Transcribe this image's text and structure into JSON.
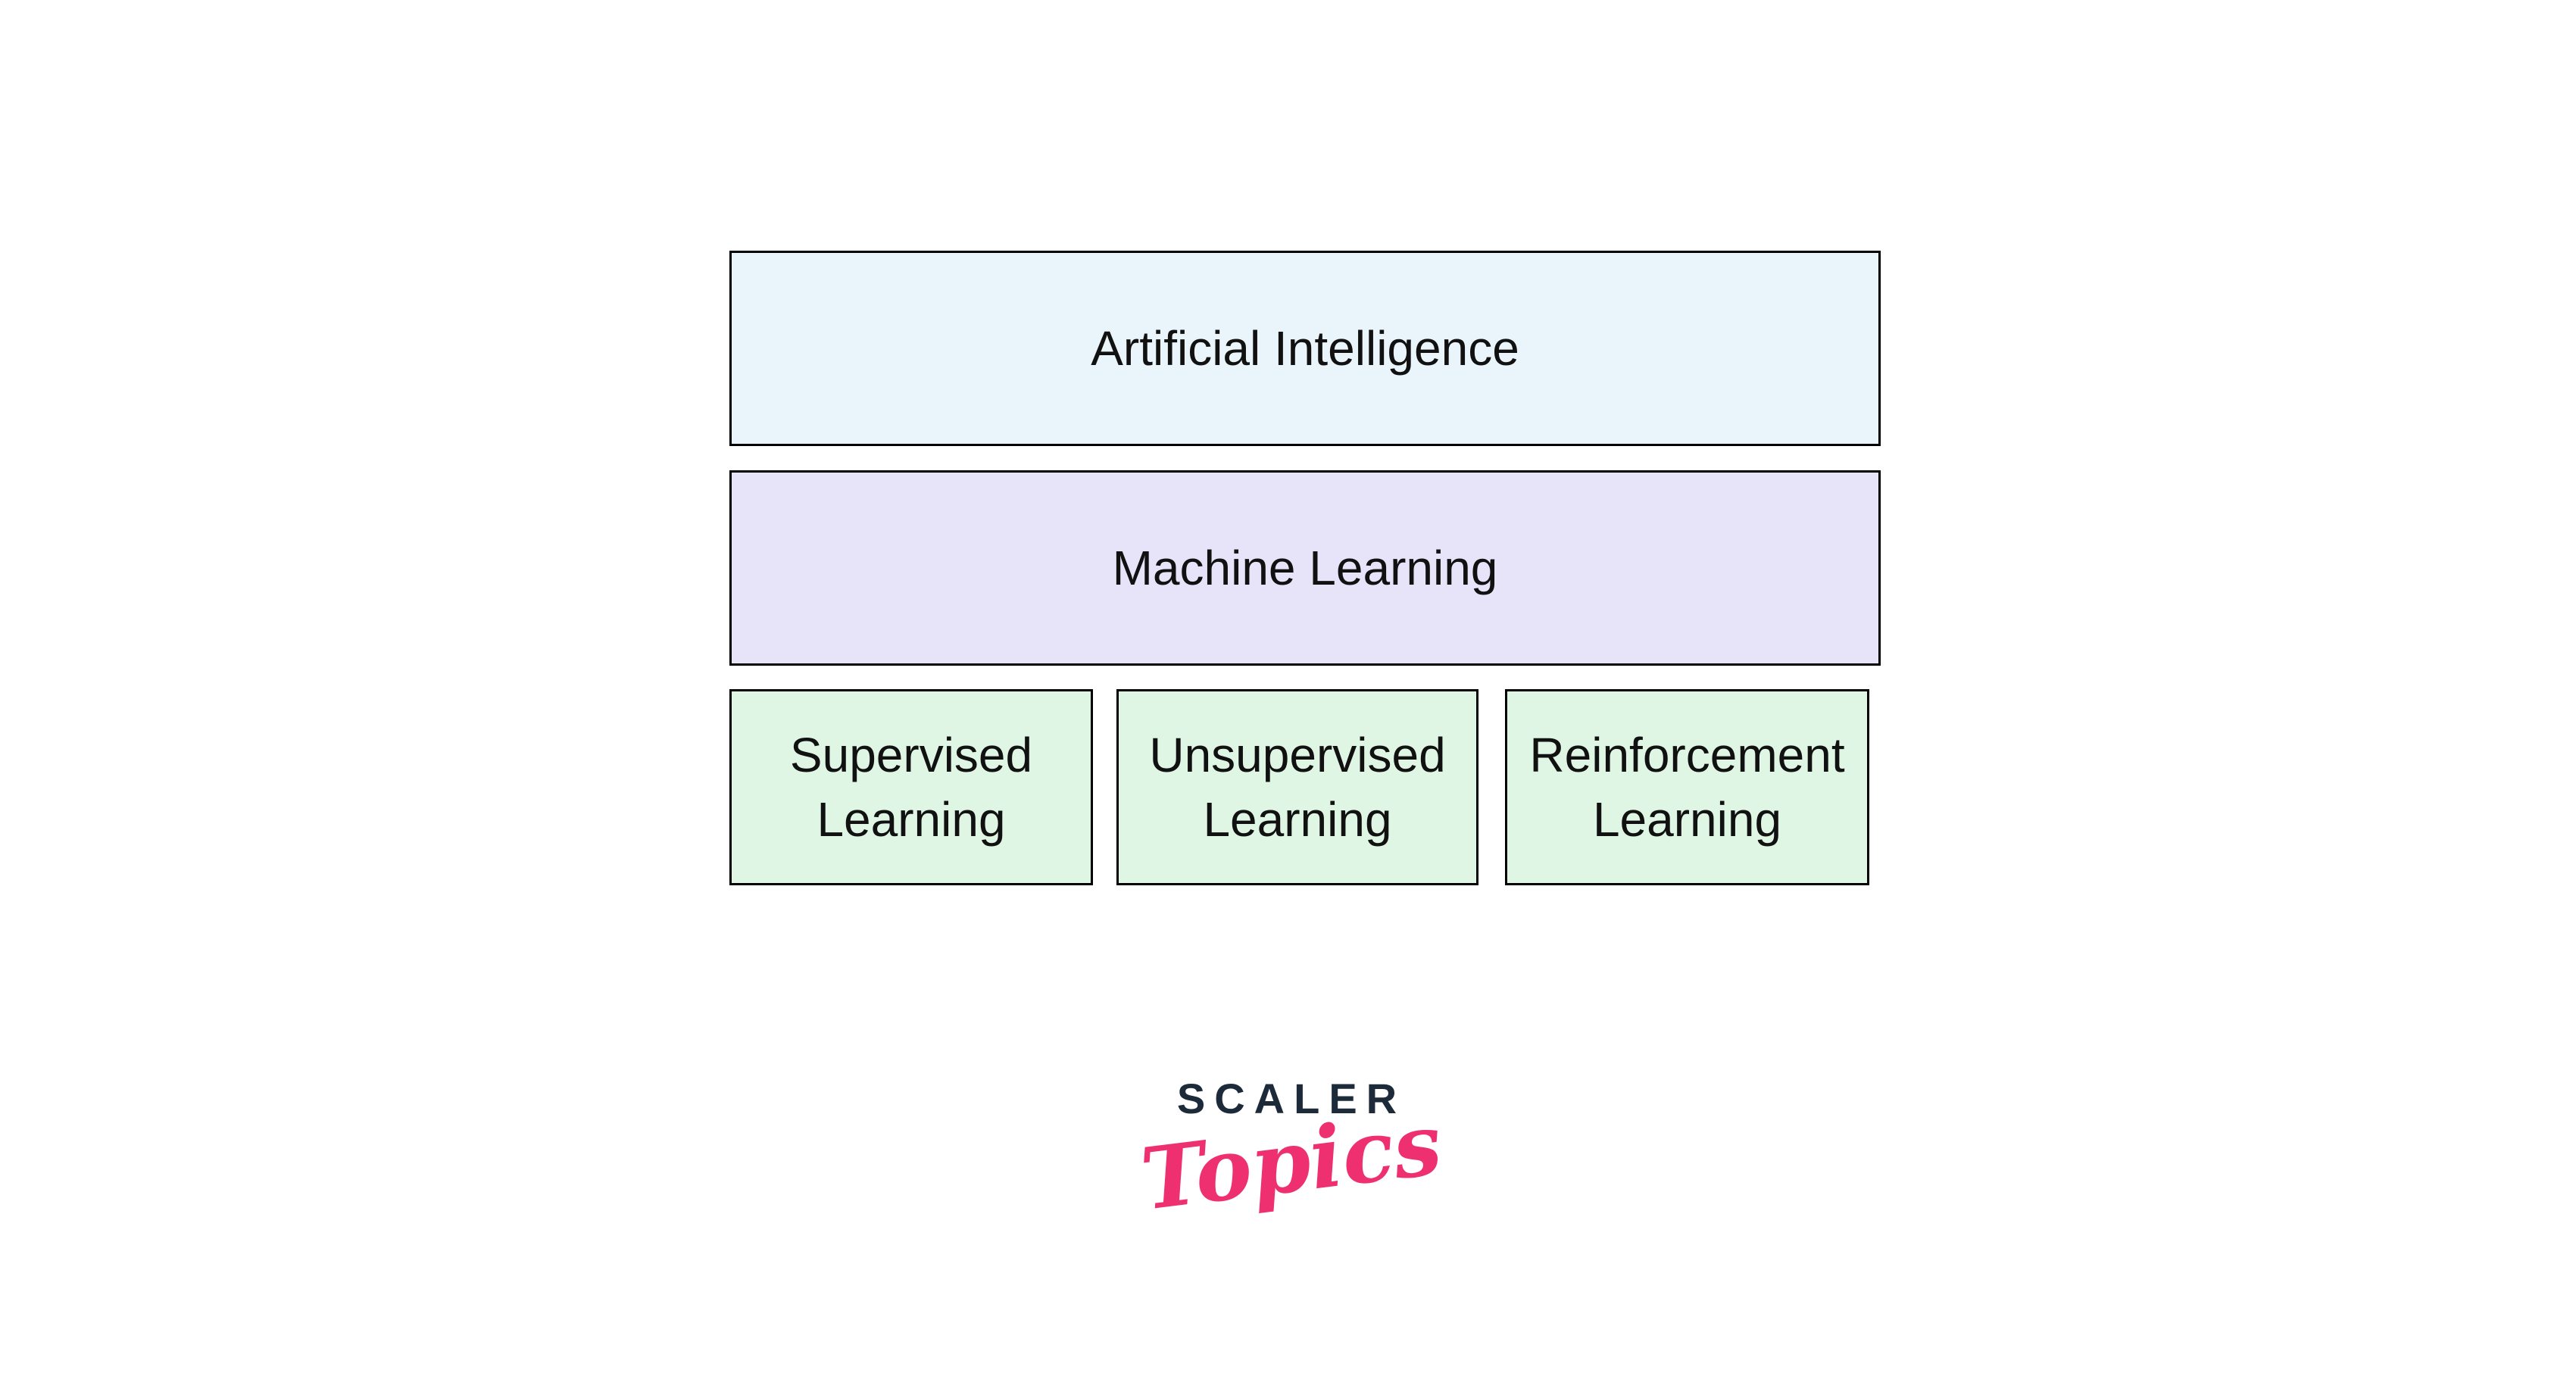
{
  "diagram": {
    "type": "hierarchy",
    "background": "#ffffff",
    "border_color": "#000000",
    "label_color": "#111111",
    "boxes": [
      {
        "id": "artificial-intelligence",
        "label": "Artificial Intelligence",
        "fill": "#eaf4fb",
        "level": 1
      },
      {
        "id": "machine-learning",
        "label": "Machine Learning",
        "fill": "#e7e4fa",
        "level": 2
      },
      {
        "id": "supervised-learning",
        "label": "Supervised Learning",
        "fill": "#def6e3",
        "level": 3
      },
      {
        "id": "unsupervised-learning",
        "label": "Unsupervised Learning",
        "fill": "#def6e3",
        "level": 3
      },
      {
        "id": "reinforcement-learning",
        "label": "Reinforcement Learning",
        "fill": "#def6e3",
        "level": 3
      }
    ]
  },
  "logo": {
    "brand": "SCALER",
    "product": "Topics",
    "brand_color": "#1d2a3a",
    "product_color": "#ee2f70"
  }
}
